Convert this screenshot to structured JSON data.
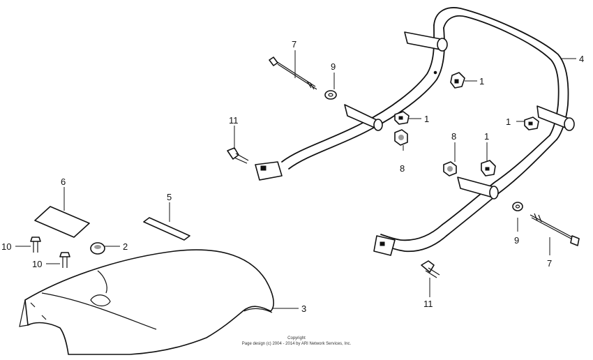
{
  "callouts": [
    "1",
    "1",
    "1",
    "1",
    "2",
    "3",
    "4",
    "5",
    "6",
    "7",
    "7",
    "8",
    "8",
    "9",
    "9",
    "10",
    "10",
    "11",
    "11"
  ],
  "copyright": {
    "line1": "Copyright",
    "line2": "Page design (c) 2004 - 2014 by ARI Network Services, Inc."
  }
}
